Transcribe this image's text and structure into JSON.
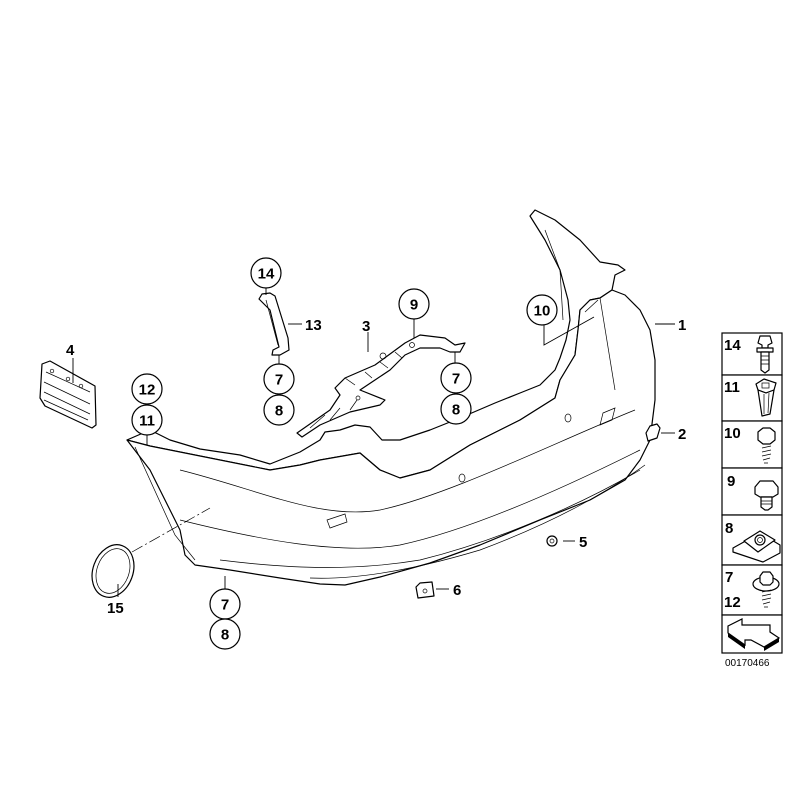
{
  "diagram": {
    "id_label": "00170466",
    "callouts": [
      {
        "num": "1",
        "style": "plain",
        "part": "rear-bumper-trim-panel"
      },
      {
        "num": "2",
        "style": "plain",
        "part": "cover-cap"
      },
      {
        "num": "3",
        "style": "plain",
        "part": "bracket-rear-bumper"
      },
      {
        "num": "4",
        "style": "plain",
        "part": "grille-cover"
      },
      {
        "num": "5",
        "style": "plain",
        "part": "clip-nut"
      },
      {
        "num": "6",
        "style": "plain",
        "part": "sensor-cover"
      },
      {
        "num": "13",
        "style": "plain",
        "part": "guide-bracket"
      },
      {
        "num": "15",
        "style": "plain",
        "part": "towing-eye-cover"
      }
    ],
    "circled_refs": [
      {
        "num": "14",
        "near": "guide-bracket-top"
      },
      {
        "num": "9",
        "near": "bracket-top"
      },
      {
        "num": "7",
        "near": "guide-bracket-bottom"
      },
      {
        "num": "8",
        "near": "guide-bracket-bottom"
      },
      {
        "num": "7",
        "near": "bracket-right"
      },
      {
        "num": "8",
        "near": "bracket-right"
      },
      {
        "num": "10",
        "near": "bumper-right-mount"
      },
      {
        "num": "12",
        "near": "bumper-left-top"
      },
      {
        "num": "11",
        "near": "bumper-left-top"
      },
      {
        "num": "7",
        "near": "bumper-bottom-left"
      },
      {
        "num": "8",
        "near": "bumper-bottom-left"
      }
    ]
  },
  "legend": {
    "items": [
      {
        "num": "14",
        "icon": "expanding-rivet-icon"
      },
      {
        "num": "11",
        "icon": "expanding-nut-icon"
      },
      {
        "num": "10",
        "icon": "hex-self-tapping-screw-icon"
      },
      {
        "num": "9",
        "icon": "hex-bolt-icon"
      },
      {
        "num": "8",
        "icon": "clip-nut-icon"
      },
      {
        "num": "7",
        "num2": "12",
        "icon": "hex-collar-screw-icon"
      }
    ],
    "arrow_icon": "direction-arrow-icon"
  }
}
